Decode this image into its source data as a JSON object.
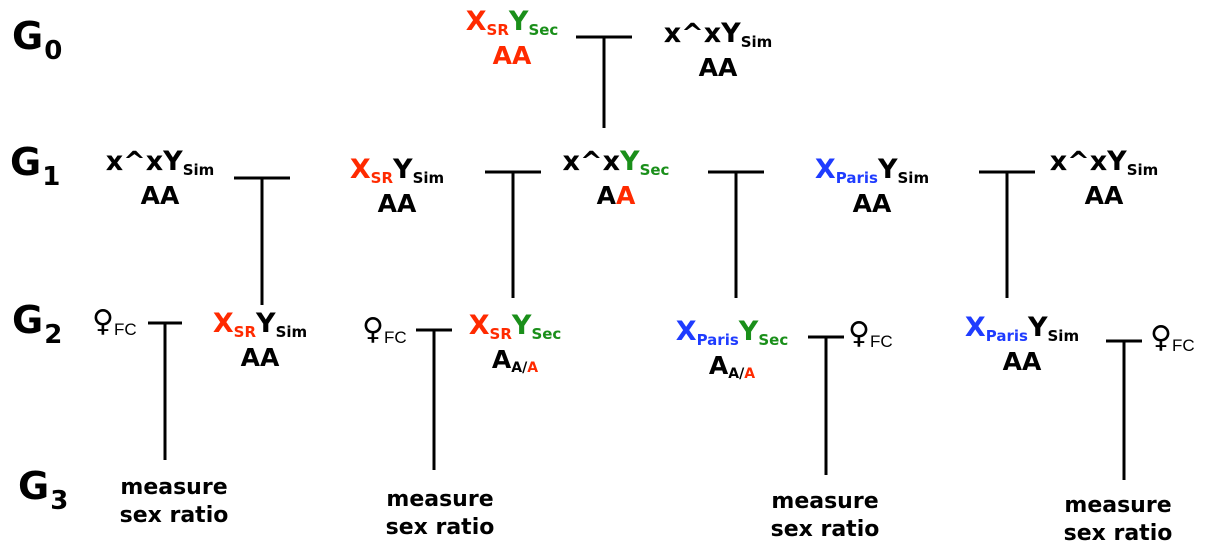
{
  "generations": [
    {
      "letter": "G",
      "num": "0"
    },
    {
      "letter": "G",
      "num": "1"
    },
    {
      "letter": "G",
      "num": "2"
    },
    {
      "letter": "G",
      "num": "3"
    }
  ],
  "g0": {
    "sr_sec": {
      "x": "X",
      "x_sub": "SR",
      "y": "Y",
      "y_sub": "Sec",
      "auto": "AA"
    },
    "attached_sim": {
      "x": "x^xY",
      "y_sub": "Sim",
      "auto": "AA"
    }
  },
  "g1": {
    "attached_sim_left": {
      "x": "x^xY",
      "y_sub": "Sim",
      "auto": "AA"
    },
    "sr_sim": {
      "x": "X",
      "x_sub": "SR",
      "y": "Y",
      "y_sub": "Sim",
      "auto": "AA"
    },
    "attached_sec": {
      "x": "x^x",
      "y": "Y",
      "y_sub": "Sec",
      "auto_a": "A",
      "auto_b": "A"
    },
    "paris_sim": {
      "x": "X",
      "x_sub": "Paris",
      "y": "Y",
      "y_sub": "Sim",
      "auto": "AA"
    },
    "attached_sim_right": {
      "x": "x^xY",
      "y_sub": "Sim",
      "auto": "AA"
    }
  },
  "g2": {
    "fem_1": {
      "symbol": "♀",
      "sub": "FC"
    },
    "sr_sim": {
      "x": "X",
      "x_sub": "SR",
      "y": "Y",
      "y_sub": "Sim",
      "auto": "AA"
    },
    "fem_2": {
      "symbol": "♀",
      "sub": "FC"
    },
    "sr_sec": {
      "x": "X",
      "x_sub": "SR",
      "y": "Y",
      "y_sub": "Sec",
      "auto": "A",
      "auto_sub_a": "A/",
      "auto_sub_b": "A"
    },
    "paris_sec": {
      "x": "X",
      "x_sub": "Paris",
      "y": "Y",
      "y_sub": "Sec",
      "auto": "A",
      "auto_sub_a": "A/",
      "auto_sub_b": "A"
    },
    "fem_3": {
      "symbol": "♀",
      "sub": "FC"
    },
    "paris_sim": {
      "x": "X",
      "x_sub": "Paris",
      "y": "Y",
      "y_sub": "Sim",
      "auto": "AA"
    },
    "fem_4": {
      "symbol": "♀",
      "sub": "FC"
    }
  },
  "g3": {
    "measure_line1": "measure",
    "measure_line2": "sex ratio"
  },
  "colors": {
    "sr": "#ff2a00",
    "sec": "#1a8f1a",
    "paris": "#1f3cff",
    "text": "#000000"
  }
}
